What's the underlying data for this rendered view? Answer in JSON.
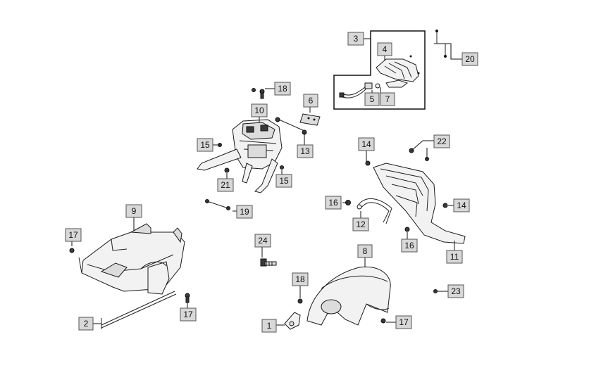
{
  "callouts": {
    "c1": "1",
    "c2": "2",
    "c3": "3",
    "c4": "4",
    "c5": "5",
    "c6": "6",
    "c7": "7",
    "c8": "8",
    "c9": "9",
    "c10": "10",
    "c11": "11",
    "c12": "12",
    "c13": "13",
    "c14a": "14",
    "c14b": "14",
    "c15a": "15",
    "c15b": "15",
    "c16a": "16",
    "c16b": "16",
    "c17a": "17",
    "c17b": "17",
    "c17c": "17",
    "c18a": "18",
    "c18b": "18",
    "c19": "19",
    "c20": "20",
    "c21": "21",
    "c22": "22",
    "c23": "23",
    "c24": "24"
  }
}
